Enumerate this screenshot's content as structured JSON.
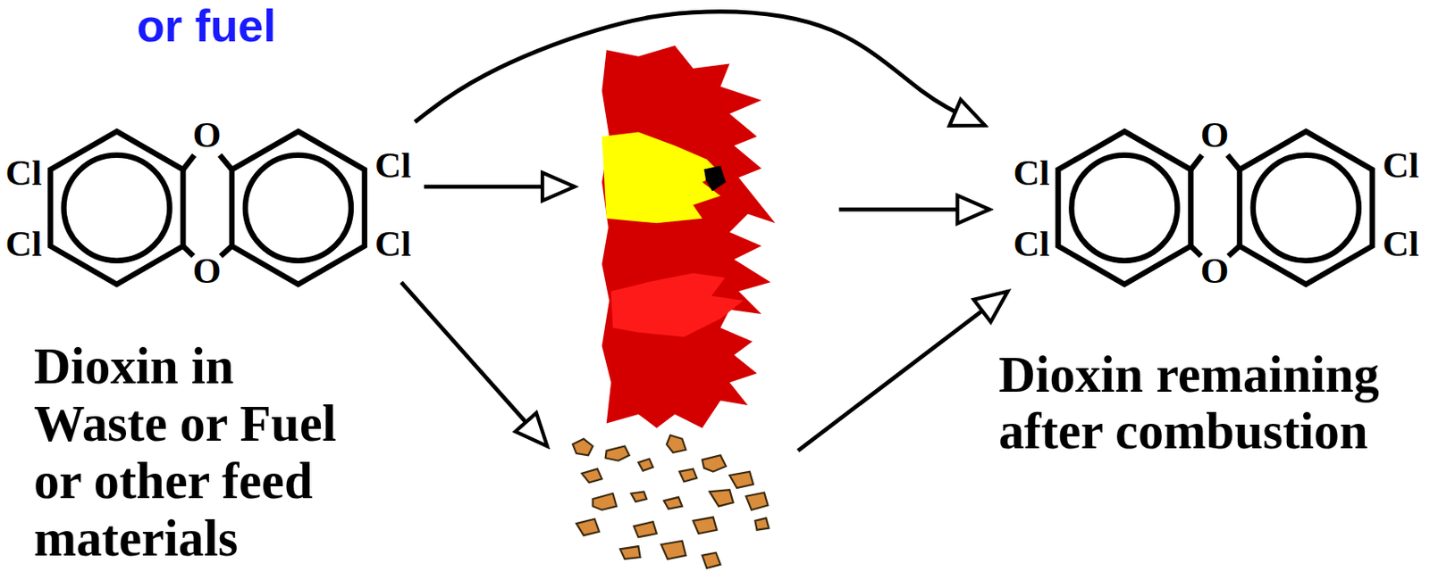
{
  "diagram": {
    "nodes": [
      {
        "text": [
          "Cl",
          "Cl",
          "O",
          "O",
          "Cl",
          "Cl",
          "Dioxin in Waste or Fuel or other feed materials"
        ]
      },
      {
        "text": [
          "Cl",
          "Cl",
          "O",
          "O",
          "Cl",
          "Cl",
          "Dioxin remaining after combustion"
        ]
      }
    ],
    "edges": [
      {
        "from": 0,
        "to": 1,
        "arrow": "to"
      }
    ],
    "labels": [
      "or fuel"
    ]
  }
}
